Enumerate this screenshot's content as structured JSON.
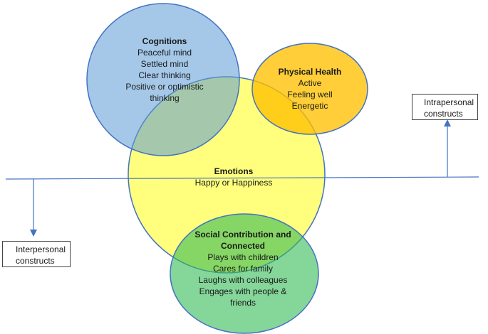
{
  "colors": {
    "cognitions_fill": "#8fbfe6",
    "physical_fill": "#ffc000",
    "emotions_fill": "#ffff66",
    "social_fill": "#66cc77",
    "circle_stroke": "#4472c4",
    "axis_line": "#4472c4"
  },
  "cognitions": {
    "title": "Cognitions",
    "items": [
      "Peaceful mind",
      "Settled mind",
      "Clear thinking",
      "Positive or optimistic",
      "thinking"
    ]
  },
  "physical": {
    "title": "Physical Health",
    "items": [
      "Active",
      "Feeling well",
      "Energetic"
    ]
  },
  "emotions": {
    "title": "Emotions",
    "items": [
      "Happy or Happiness"
    ]
  },
  "social": {
    "title_lines": [
      "Social Contribution and",
      "Connected"
    ],
    "items": [
      "Plays with children",
      "Cares for family",
      "Laughs with colleagues",
      "Engages with people &",
      "friends"
    ]
  },
  "intrapersonal": {
    "lines": [
      "Intrapersonal",
      "constructs"
    ]
  },
  "interpersonal": {
    "lines": [
      "Interpersonal",
      "constructs"
    ]
  }
}
